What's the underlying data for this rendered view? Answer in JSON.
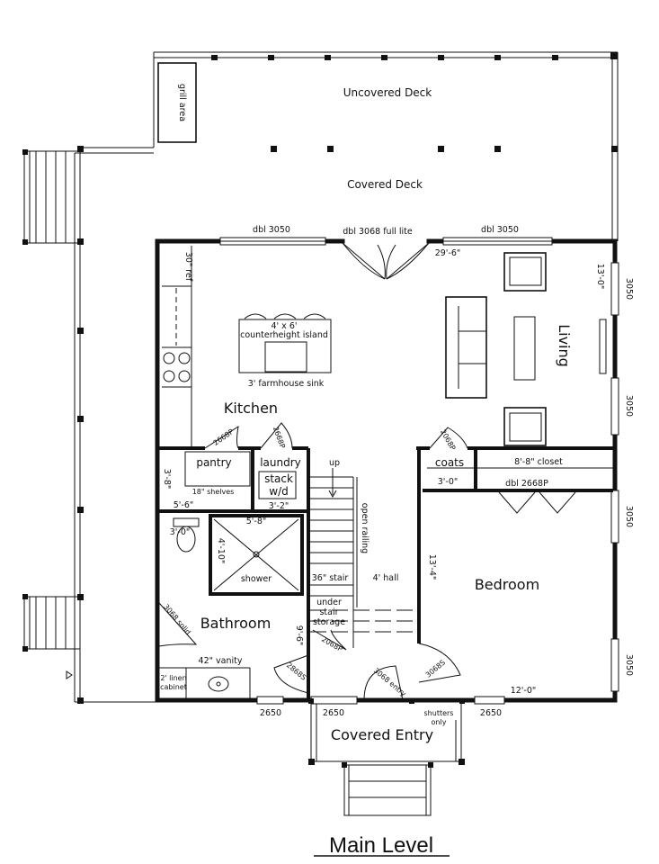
{
  "title": "Main Level",
  "rooms": {
    "uncovered_deck": "Uncovered Deck",
    "covered_deck": "Covered Deck",
    "grill_area": "grill area",
    "kitchen": "Kitchen",
    "living": "Living",
    "bedroom": "Bedroom",
    "bathroom": "Bathroom",
    "covered_entry": "Covered Entry",
    "pantry": "pantry",
    "laundry": "laundry",
    "coats": "coats",
    "shower": "shower",
    "hall": "4' hall",
    "stair": "36\" stair",
    "under_stair": [
      "under",
      "stair",
      "storage"
    ],
    "up": "up",
    "open_railing": "open railing"
  },
  "labels": {
    "dbl_3050_left": "dbl 3050",
    "dbl_3068": "dbl 3068 full lite",
    "dbl_3050_right": "dbl 3050",
    "living_width": "29'-6\"",
    "ref": "30\" ref",
    "island_size": "4' x 6'",
    "island": "counterheight island",
    "sink": "3' farmhouse sink",
    "pantry_door": "2668P",
    "laundry_door": "2668P",
    "coats_door": "2068P",
    "pantry_height": "3'-8\"",
    "shelves": "18\" shelves",
    "pantry_width": "5'-6\"",
    "stack": "stack",
    "wd": "w/d",
    "laundry_width": "3'-2\"",
    "shower_width": "5'-8\"",
    "shower_depth": "4'-10\"",
    "toilet_width": "3'-0\"",
    "coats_width": "3'-0\"",
    "closet": "8'-8\" closet",
    "closet_door": "dbl 2668P",
    "living_depth": "13'-0\"",
    "bedroom_depth": "13'-4\"",
    "bedroom_width": "12'-0\"",
    "win_3050_a": "3050",
    "win_3050_b": "3050",
    "win_3050_c": "3050",
    "win_3050_d": "3050",
    "bath_door_side": "3068 solid",
    "bath_depth": "9'-6\"",
    "storage_door": "2068P",
    "bath_door": "2868S",
    "entry_door": "3068 entry",
    "bedroom_door": "3068S",
    "vanity": "42\" vanity",
    "linen": [
      "2' linen",
      "cabinet"
    ],
    "win_2650_a": "2650",
    "win_2650_b": "2650",
    "win_2650_c": "2650",
    "shutters": [
      "shutters",
      "only"
    ]
  }
}
